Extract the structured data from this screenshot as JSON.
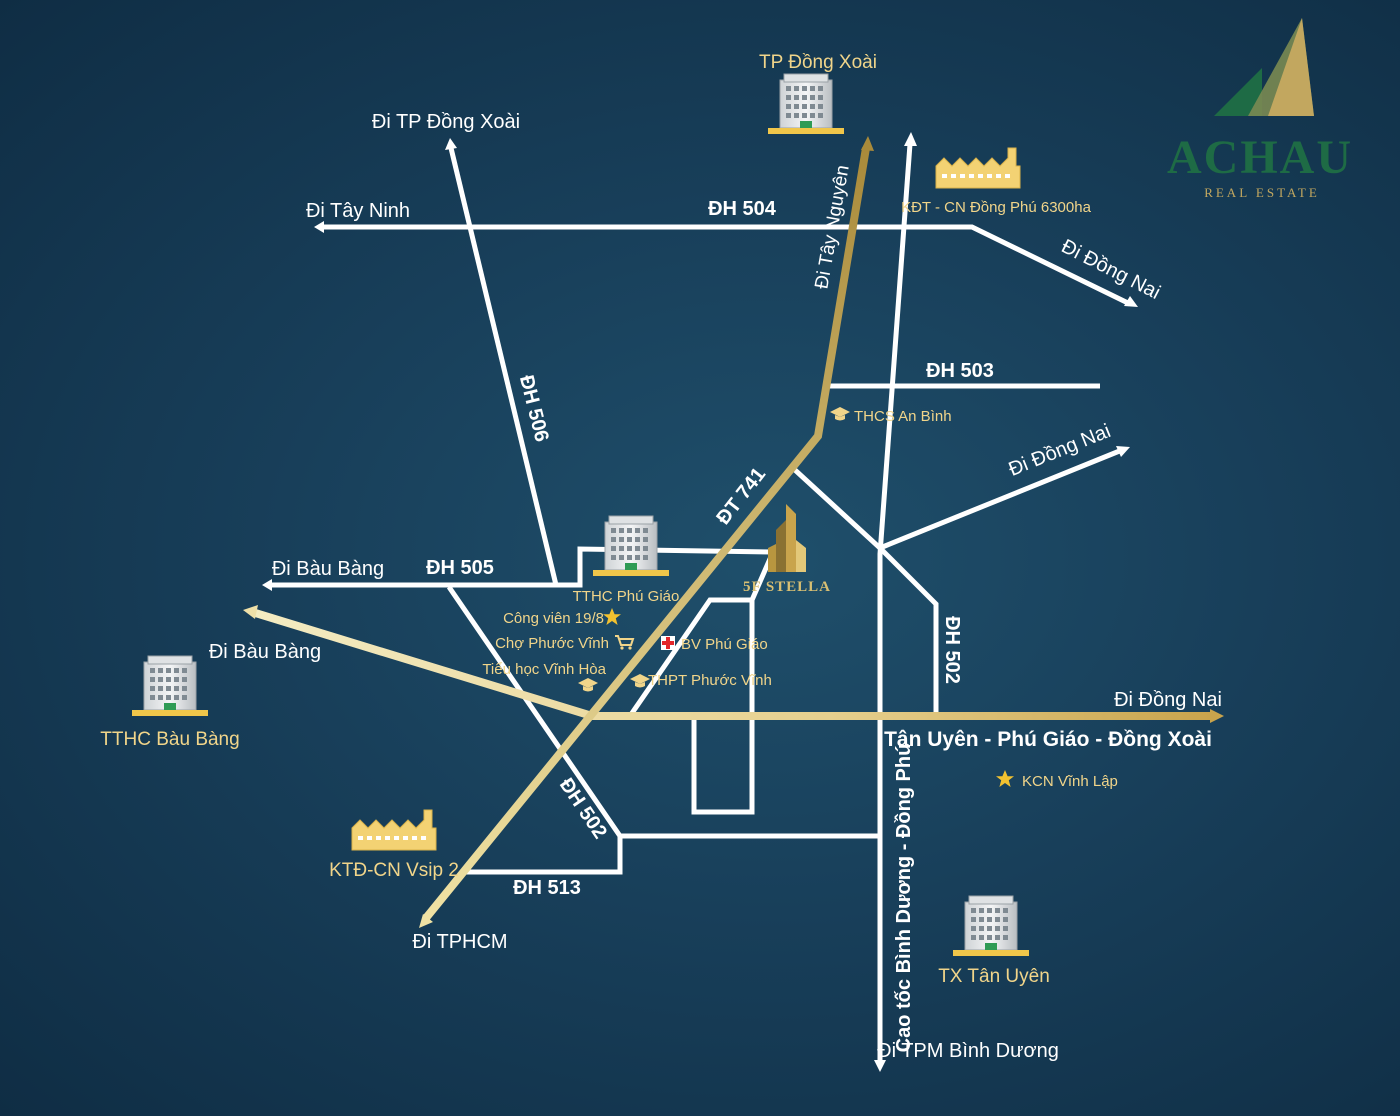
{
  "logo": {
    "brand": "ACHAU",
    "tagline": "REAL ESTATE",
    "colors": {
      "green": "#1e6b45",
      "gold": "#c2a75f"
    }
  },
  "project": {
    "name": "5F STELLA"
  },
  "roads": {
    "dh504": "ĐH 504",
    "dh503": "ĐH 503",
    "dh506": "ĐH 506",
    "dh505": "ĐH 505",
    "dh502_east": "ĐH 502",
    "dh502_west": "ĐH 502",
    "dh513": "ĐH 513",
    "dt741": "ĐT 741",
    "main_highway": "Tân Uyên - Phú Giáo  - Đồng Xoài",
    "expressway": "Cao tốc Bình Dương - Đồng Phú"
  },
  "directions": {
    "tp_dong_xoai": "Đi TP Đồng Xoài",
    "tay_ninh": "Đi Tây Ninh",
    "tay_nguyen": "Đi Tây Nguyên",
    "dong_nai_ne": "Đi Đồng Nai",
    "dong_nai_e": "Đi Đồng Nai",
    "dong_nai_main": "Đi Đồng Nai",
    "bau_bang_1": "Đi Bàu Bàng",
    "bau_bang_2": "Đi Bàu Bàng",
    "tphcm": "Đi TPHCM",
    "tpm_binh_duong": "Đi TPM Bình Dương"
  },
  "places": {
    "tp_dong_xoai": "TP Đồng Xoài",
    "kdt_dong_phu": "KĐT - CN Đồng Phú 6300ha",
    "thcs_an_binh": "THCS An Bình",
    "tthc_phu_giao": "TTHC Phú Giáo",
    "cong_vien": "Công viên 19/8",
    "cho_phuoc_vinh": "Chợ Phước Vĩnh",
    "bv_phu_giao": "BV Phú Giáo",
    "tieu_hoc": "Tiểu học Vĩnh Hòa",
    "thpt": "THPT Phước Vĩnh",
    "tthc_bau_bang": "TTHC Bàu Bàng",
    "kcn_vinh_lap": "KCN Vĩnh Lập",
    "ktd_vsip2": "KTĐ-CN Vsip 2",
    "tx_tan_uyen": "TX Tân Uyên"
  },
  "icons": {
    "building": "office-building-icon",
    "factory": "factory-icon",
    "school": "graduation-cap-icon",
    "star": "star-icon",
    "cart": "shopping-cart-icon",
    "hospital": "red-cross-icon"
  }
}
